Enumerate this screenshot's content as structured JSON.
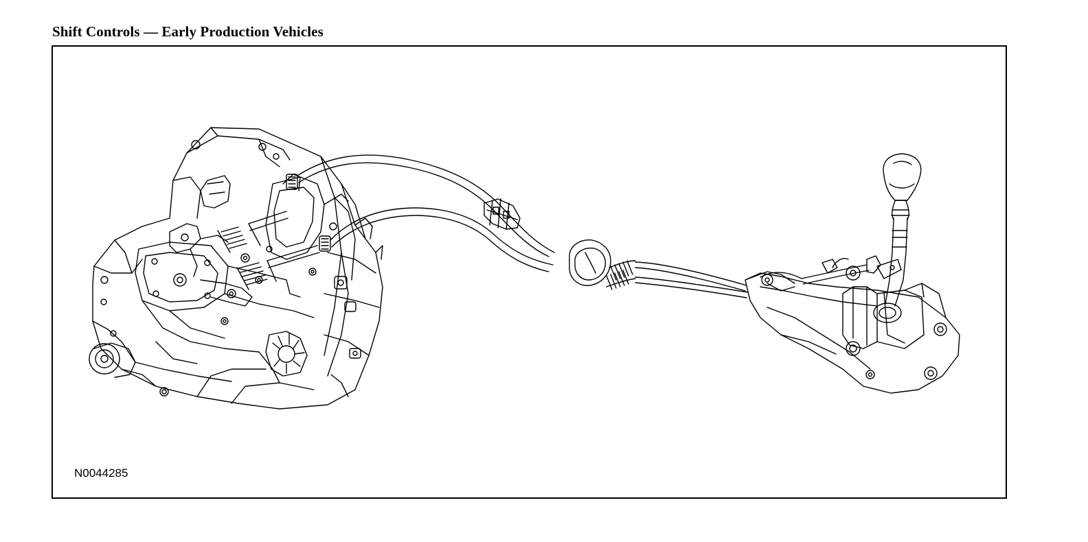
{
  "page": {
    "title": "Shift Controls — Early Production Vehicles"
  },
  "figure": {
    "id": "N0044285",
    "components": {
      "transaxle": "transaxle-illustration",
      "cables": "shift-cables-illustration",
      "cable_bracket": "cable-bracket-illustration",
      "grommet": "cable-grommet-illustration",
      "shifter": "gearshift-lever-assembly-illustration",
      "knob": "shift-knob-illustration"
    },
    "colors": {
      "line": "#000000",
      "background": "#ffffff"
    }
  }
}
